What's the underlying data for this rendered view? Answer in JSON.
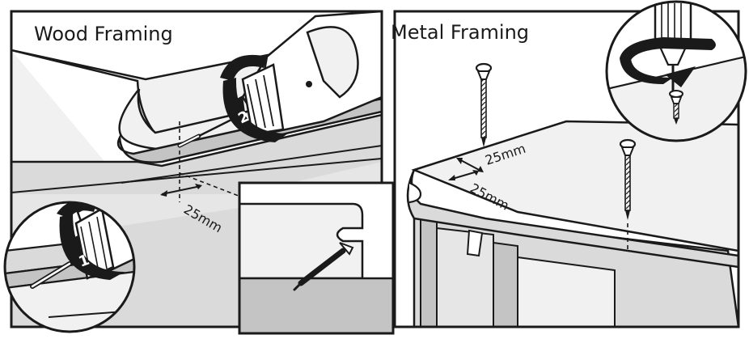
{
  "panels": {
    "wood": {
      "title": "Wood Framing",
      "dimension": "25mm",
      "steps": [
        "1",
        "2"
      ]
    },
    "metal": {
      "title": "Metal Framing",
      "dimension_top": "25mm",
      "dimension_front": "25mm"
    }
  },
  "colors": {
    "outline": "#1a1a1a",
    "surface_light": "#f1f1f1",
    "surface_mid": "#dadada",
    "surface_dark": "#c4c4c4",
    "background": "#ffffff"
  },
  "icons": [
    "drill-icon",
    "screw-icon",
    "rotation-arrow-icon"
  ]
}
